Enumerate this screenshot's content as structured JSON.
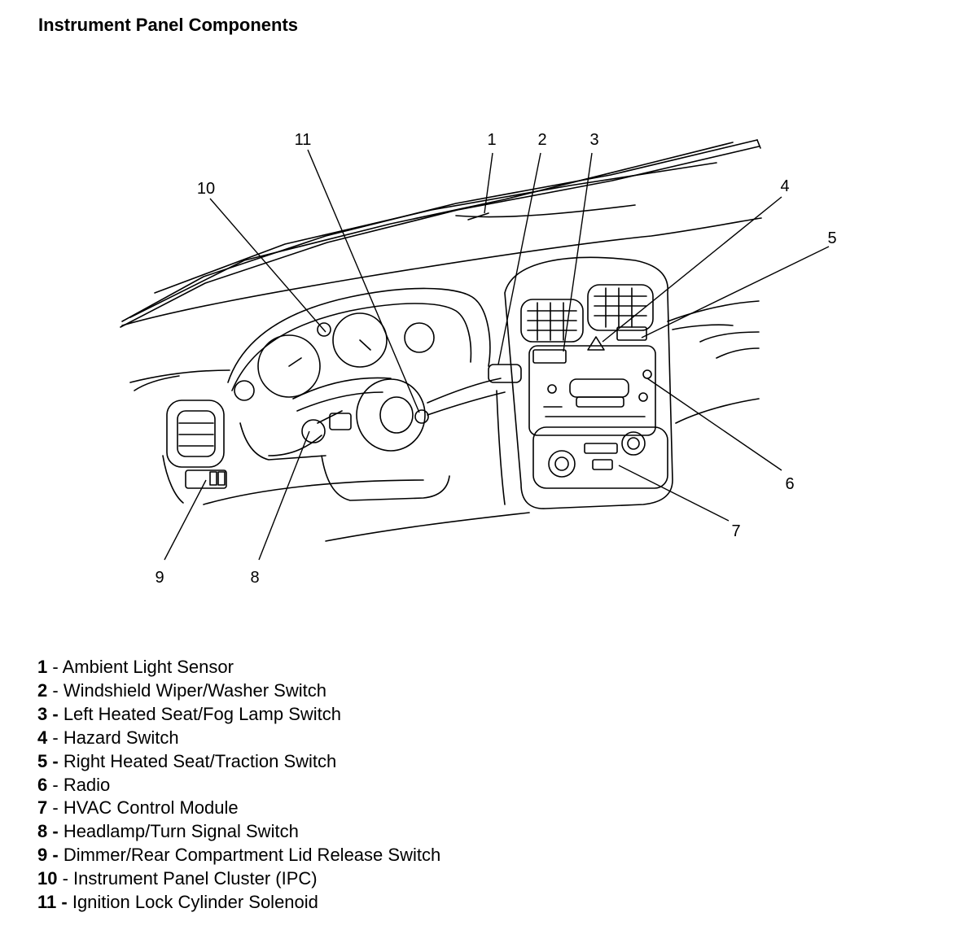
{
  "title": "Instrument Panel Components",
  "diagram": {
    "illustration": "dashboard-line-drawing",
    "callouts": [
      "1",
      "2",
      "3",
      "4",
      "5",
      "6",
      "7",
      "8",
      "9",
      "10",
      "11"
    ]
  },
  "legend": [
    {
      "num": "1",
      "sep": " - ",
      "label": "Ambient Light Sensor"
    },
    {
      "num": "2",
      "sep": " - ",
      "label": "Windshield Wiper/Washer Switch"
    },
    {
      "num": "3 -",
      "sep": " ",
      "label": "Left Heated Seat/Fog Lamp Switch"
    },
    {
      "num": "4",
      "sep": " - ",
      "label": "Hazard Switch"
    },
    {
      "num": "5 -",
      "sep": " ",
      "label": "Right Heated Seat/Traction Switch"
    },
    {
      "num": "6",
      "sep": " - ",
      "label": "Radio"
    },
    {
      "num": "7",
      "sep": " - ",
      "label": "HVAC Control Module"
    },
    {
      "num": "8 -",
      "sep": " ",
      "label": "Headlamp/Turn Signal Switch"
    },
    {
      "num": "9 -",
      "sep": " ",
      "label": "Dimmer/Rear Compartment Lid Release Switch"
    },
    {
      "num": "10",
      "sep": " - ",
      "label": "Instrument Panel Cluster (IPC)"
    },
    {
      "num": "11 -",
      "sep": " ",
      "label": "Ignition Lock Cylinder Solenoid"
    }
  ]
}
